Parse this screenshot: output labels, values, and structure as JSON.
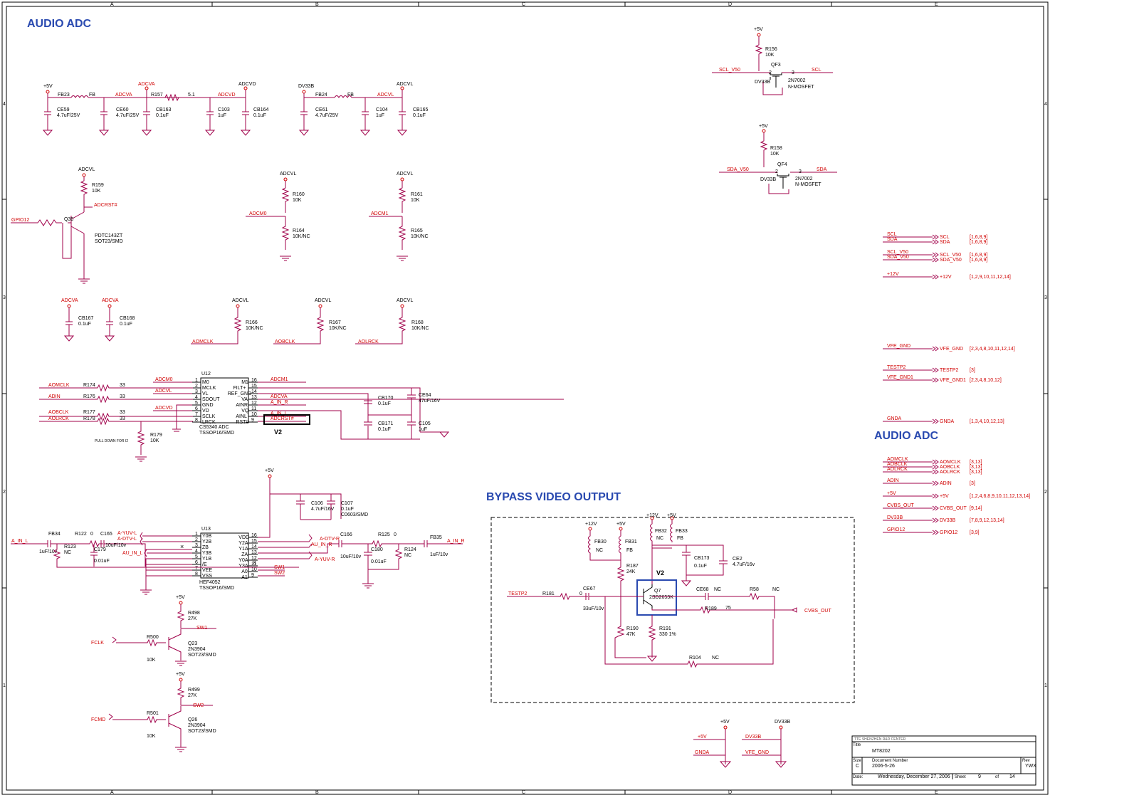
{
  "sheet": {
    "border_cols": [
      "A",
      "B",
      "C",
      "D",
      "E"
    ],
    "border_rows": [
      "4",
      "3",
      "2",
      "1"
    ],
    "titles": {
      "audio_adc_main": "AUDIO ADC",
      "audio_adc_side": "AUDIO ADC",
      "bypass_video": "BYPASS VIDEO OUTPUT"
    }
  },
  "power_filter": {
    "nets": {
      "p5v": "+5V",
      "adcva": "ADCVA",
      "adcvd": "ADCVD",
      "dv33b": "DV33B",
      "adcvl": "ADCVL",
      "adcva_w": "ADCVA",
      "adcvl_w": "ADCVL",
      "adcvd_w": "ADCVD"
    },
    "parts": {
      "fb23": "FB23",
      "fb23v": "FB",
      "ce59": "CE59",
      "ce59v": "4.7uF/25V",
      "ce60": "CE60",
      "ce60v": "4.7uF/25V",
      "r157": "R157",
      "r157v": "5.1",
      "cb163": "CB163",
      "cb163v": "0.1uF",
      "c103": "C103",
      "c103v": "1uF",
      "cb164": "CB164",
      "cb164v": "0.1uF",
      "fb24": "FB24",
      "fb24v": "FB",
      "ce61": "CE61",
      "ce61v": "4.7uF/25V",
      "c104": "C104",
      "c104v": "1uF",
      "cb165": "CB165",
      "cb165v": "0.1uF"
    }
  },
  "reset_circuit": {
    "adcvl": "ADCVL",
    "r159": "R159",
    "r159v": "10K",
    "adcrst": "ADCRST#",
    "gpio12": "GPIO12",
    "q30": "Q30",
    "part": "PDTC143ZT",
    "pkg": "SOT23/SMD"
  },
  "mode_pins": {
    "adcvl1": "ADCVL",
    "r160": "R160",
    "r160v": "10K",
    "adcm0": "ADCM0",
    "r164": "R164",
    "r164v": "10K/NC",
    "adcvl2": "ADCVL",
    "r161": "R161",
    "r161v": "10K",
    "adcm1": "ADCM1",
    "r165": "R165",
    "r165v": "10K/NC"
  },
  "decoupling": {
    "adcva1": "ADCVA",
    "cb167": "CB167",
    "cb167v": "0.1uF",
    "adcva2": "ADCVA",
    "cb168": "CB168",
    "cb168v": "0.1uF"
  },
  "clock_pulls": {
    "adcvl_a": "ADCVL",
    "r166": "R166",
    "r166v": "10K/NC",
    "aomclk": "AOMCLK",
    "adcvl_b": "ADCVL",
    "r167": "R167",
    "r167v": "10K/NC",
    "aobclk": "AOBCLK",
    "adcvl_c": "ADCVL",
    "r168": "R168",
    "r168v": "10K/NC",
    "aolrck": "AOLRCK"
  },
  "u12": {
    "ref": "U12",
    "part": "CS5340 ADC",
    "pkg": "TSSOP16/SMD",
    "left_pins": [
      [
        "1",
        "M0"
      ],
      [
        "2",
        "MCLK"
      ],
      [
        "3",
        "VL"
      ],
      [
        "4",
        "SDOUT"
      ],
      [
        "5",
        "GND"
      ],
      [
        "6",
        "VD"
      ],
      [
        "7",
        "SCLK"
      ],
      [
        "8",
        "LRCK"
      ]
    ],
    "right_pins": [
      [
        "16",
        "M1"
      ],
      [
        "15",
        "FILT+"
      ],
      [
        "14",
        "REF_GND"
      ],
      [
        "13",
        "VA"
      ],
      [
        "12",
        "AINR"
      ],
      [
        "11",
        "VQ"
      ],
      [
        "10",
        "AINL"
      ],
      [
        "9",
        "RST#"
      ]
    ],
    "left_nets": {
      "aomclk": "AOMCLK",
      "r174": "R174",
      "v33a": "33",
      "adin": "ADIN",
      "r176": "R176",
      "v33b": "33",
      "aobclk": "AOBCLK",
      "r177": "R177",
      "v33c": "33",
      "aolrck": "AOLRCK",
      "r178": "R178",
      "v33d": "33",
      "adcm0": "ADCM0",
      "adcvl": "ADCVL",
      "adcvd": "ADCVD"
    },
    "right_nets": {
      "adcm1": "ADCM1",
      "adcva": "ADCVA",
      "ainr": "A_IN_R",
      "ainl": "A_IN_L",
      "adcrst": "ADCRST#"
    },
    "caps": {
      "cb170": "CB170",
      "cb170v": "0.1uF",
      "ce64": "CE64",
      "ce64v": "47uF/16V",
      "cb171": "CB171",
      "cb171v": "0.1uF",
      "c105": "C105",
      "c105v": "1uF"
    },
    "r179": "R179",
    "r179v": "10K",
    "pulldown": "PULL DOWN FOR I2",
    "v2": "V2"
  },
  "u13": {
    "ref": "U13",
    "part": "HEF4052",
    "pkg": "TSSOP16/SMD",
    "vcc": "+5V",
    "left_pins": [
      [
        "1",
        "Y0B"
      ],
      [
        "2",
        "Y2B"
      ],
      [
        "3",
        "ZB"
      ],
      [
        "4",
        "Y3B"
      ],
      [
        "5",
        "Y1B"
      ],
      [
        "6",
        "/E"
      ],
      [
        "7",
        "VEE"
      ],
      [
        "8",
        "VSS"
      ]
    ],
    "right_pins": [
      [
        "16",
        "VDD"
      ],
      [
        "15",
        "Y2A"
      ],
      [
        "14",
        "Y1A"
      ],
      [
        "13",
        "ZA"
      ],
      [
        "12",
        "Y0A"
      ],
      [
        "11",
        "Y3A"
      ],
      [
        "10",
        "A0"
      ],
      [
        "9",
        "A1"
      ]
    ],
    "left_nets": {
      "ain_l": "A_IN_L",
      "fb34": "FB34",
      "c123v": "1uF/10v",
      "r123": "R123",
      "r123v": "NC",
      "r122": "R122",
      "r122v": "0",
      "c165": "C165",
      "c165v": "10uF/10v",
      "c179": "C179",
      "c179v": "0.01uF",
      "ayuvl": "A-YUV-L",
      "adtvl": "A-DTV-L",
      "auinl": "AU_IN_L"
    },
    "right_nets": {
      "adtvr": "A-DTV-R",
      "auinr": "AU_IN_R",
      "ayuvr": "A-YUV-R",
      "sw1": "SW1",
      "sw2": "SW2"
    },
    "caps": {
      "c106": "C106",
      "c106v": "4.7uF/16V",
      "c107": "C107",
      "c107v": "0.1uF",
      "c107p": "C0603/SMD"
    },
    "out": {
      "c166": "C166",
      "c166v": "10uF/10v",
      "r125": "R125",
      "r125v": "0",
      "c180": "C180",
      "c180v": "0.01uF",
      "r124": "R124",
      "r124v": "NC",
      "fb35": "FB35",
      "fb35v": "1uF/10v",
      "ainr": "A_IN_R"
    }
  },
  "switch_drivers": {
    "q23": {
      "vcc": "+5V",
      "r498": "R498",
      "r498v": "27K",
      "sw": "SW1",
      "fclk": "FCLK",
      "r500": "R500",
      "r500v": "10K",
      "q": "Q23",
      "part": "2N3904",
      "pkg": "SOT23/SMD"
    },
    "q26": {
      "vcc": "+5V",
      "r499": "R499",
      "r499v": "27K",
      "sw": "SW2",
      "fcmd": "FCMD",
      "r501": "R501",
      "r501v": "10K",
      "q": "Q26",
      "part": "2N3904",
      "pkg": "SOT23/SMD"
    }
  },
  "level_shift": {
    "qf3": {
      "vcc": "+5V",
      "r": "R156",
      "rv": "10K",
      "in": "SCL_V50",
      "out": "SCL",
      "q": "QF3",
      "dv": "DV33B",
      "part": "2N7002",
      "type": "N-MOSFET",
      "p2": "2",
      "p3": "3"
    },
    "qf4": {
      "vcc": "+5V",
      "r": "R158",
      "rv": "10K",
      "in": "SDA_V50",
      "out": "SDA",
      "q": "QF4",
      "dv": "DV33B",
      "part": "2N7002",
      "type": "N-MOSFET",
      "p2": "2",
      "p3": "3"
    }
  },
  "offpage": [
    {
      "a": "SCL",
      "b": "SCL",
      "ref": "[1,6,8,9]"
    },
    {
      "a": "SDA",
      "b": "SDA",
      "ref": "[1,6,8,9]"
    },
    {
      "a": "SCL_V50",
      "b": "SCL_V50",
      "ref": "[1,6,8,9]"
    },
    {
      "a": "SDA_V50",
      "b": "SDA_V50",
      "ref": "[1,6,8,9]"
    },
    {
      "a": "+12V",
      "b": "+12V",
      "ref": "[1,2,9,10,11,12,14]"
    },
    {
      "a": "VFE_GND",
      "b": "VFE_GND",
      "ref": "[2,3,4,8,10,11,12,14]"
    },
    {
      "a": "TESTP2",
      "b": "TESTP2",
      "ref": "[3]"
    },
    {
      "a": "VFE_GND1",
      "b": "VFE_GND1",
      "ref": "[2,3,4,8,10,12]"
    },
    {
      "a": "GNDA",
      "b": "GNDA",
      "ref": "[1,3,4,10,12,13]"
    },
    {
      "a": "AOMCLK",
      "b": "AOMCLK",
      "ref": "[3,13]"
    },
    {
      "a": "AOBCLK",
      "b": "AOBCLK",
      "ref": "[3,13]"
    },
    {
      "a": "AOLRCK",
      "b": "AOLRCK",
      "ref": "[3,13]"
    },
    {
      "a": "ADIN",
      "b": "ADIN",
      "ref": "[3]"
    },
    {
      "a": "+5V",
      "b": "+5V",
      "ref": "[1,2,4,6,8,9,10,11,12,13,14]"
    },
    {
      "a": "CVBS_OUT",
      "b": "CVBS_OUT",
      "ref": "[9,14]"
    },
    {
      "a": "DV33B",
      "b": "DV33B",
      "ref": "[7,8,9,12,13,14]"
    },
    {
      "a": "GPIO12",
      "b": "GPIO12",
      "ref": "[3,9]"
    }
  ],
  "bypass": {
    "p12a": "+12V",
    "p5a": "+5V",
    "fb30": "FB30",
    "fb30v": "NC",
    "fb31": "FB31",
    "fb31v": "FB",
    "p12b": "+12V",
    "p5b": "+5V",
    "fb32": "FB32",
    "fb32v": "NC",
    "fb33": "FB33",
    "fb33v": "FB",
    "cb173": "CB173",
    "cb173v": "0.1uF",
    "ce2": "CE2",
    "ce2v": "4.7uF/16v",
    "r187": "R187",
    "r187v": "24K",
    "v2": "V2",
    "q7": "Q7",
    "q7p": "2SD2653K",
    "testp2": "TESTP2",
    "r181": "R181",
    "r181v": "0",
    "ce67": "CE67",
    "ce67v": "33uF/10v",
    "ce68": "CE68",
    "ce68v": "NC",
    "r58": "R58",
    "r58v": "NC",
    "r189": "R189",
    "r189v": "75",
    "cvbs": "CVBS_OUT",
    "r190": "R190",
    "r190v": "47K",
    "r191": "R191",
    "r191v": "330 1%",
    "r104": "R104",
    "r104v": "NC"
  },
  "ground_syms": {
    "p5v": "+5V",
    "dv33b": "DV33B",
    "p5v_net": "+5V",
    "dv33b_net": "DV33B",
    "gnda": "GNDA",
    "vfegnd": "VFE_GND"
  },
  "titleblock": {
    "company": "TTE SHENZHEN R&D CENTER",
    "title_label": "Title",
    "title": "MT8202",
    "size_label": "Size",
    "size": "C",
    "doc_label": "Document Number",
    "doc": "2006-5-26",
    "rev_label": "Rev",
    "rev": "YWX",
    "date_label": "Date:",
    "date": "Wednesday, December 27, 2006",
    "sheet_label": "Sheet",
    "sheet": "9",
    "of_label": "of",
    "total": "14"
  }
}
